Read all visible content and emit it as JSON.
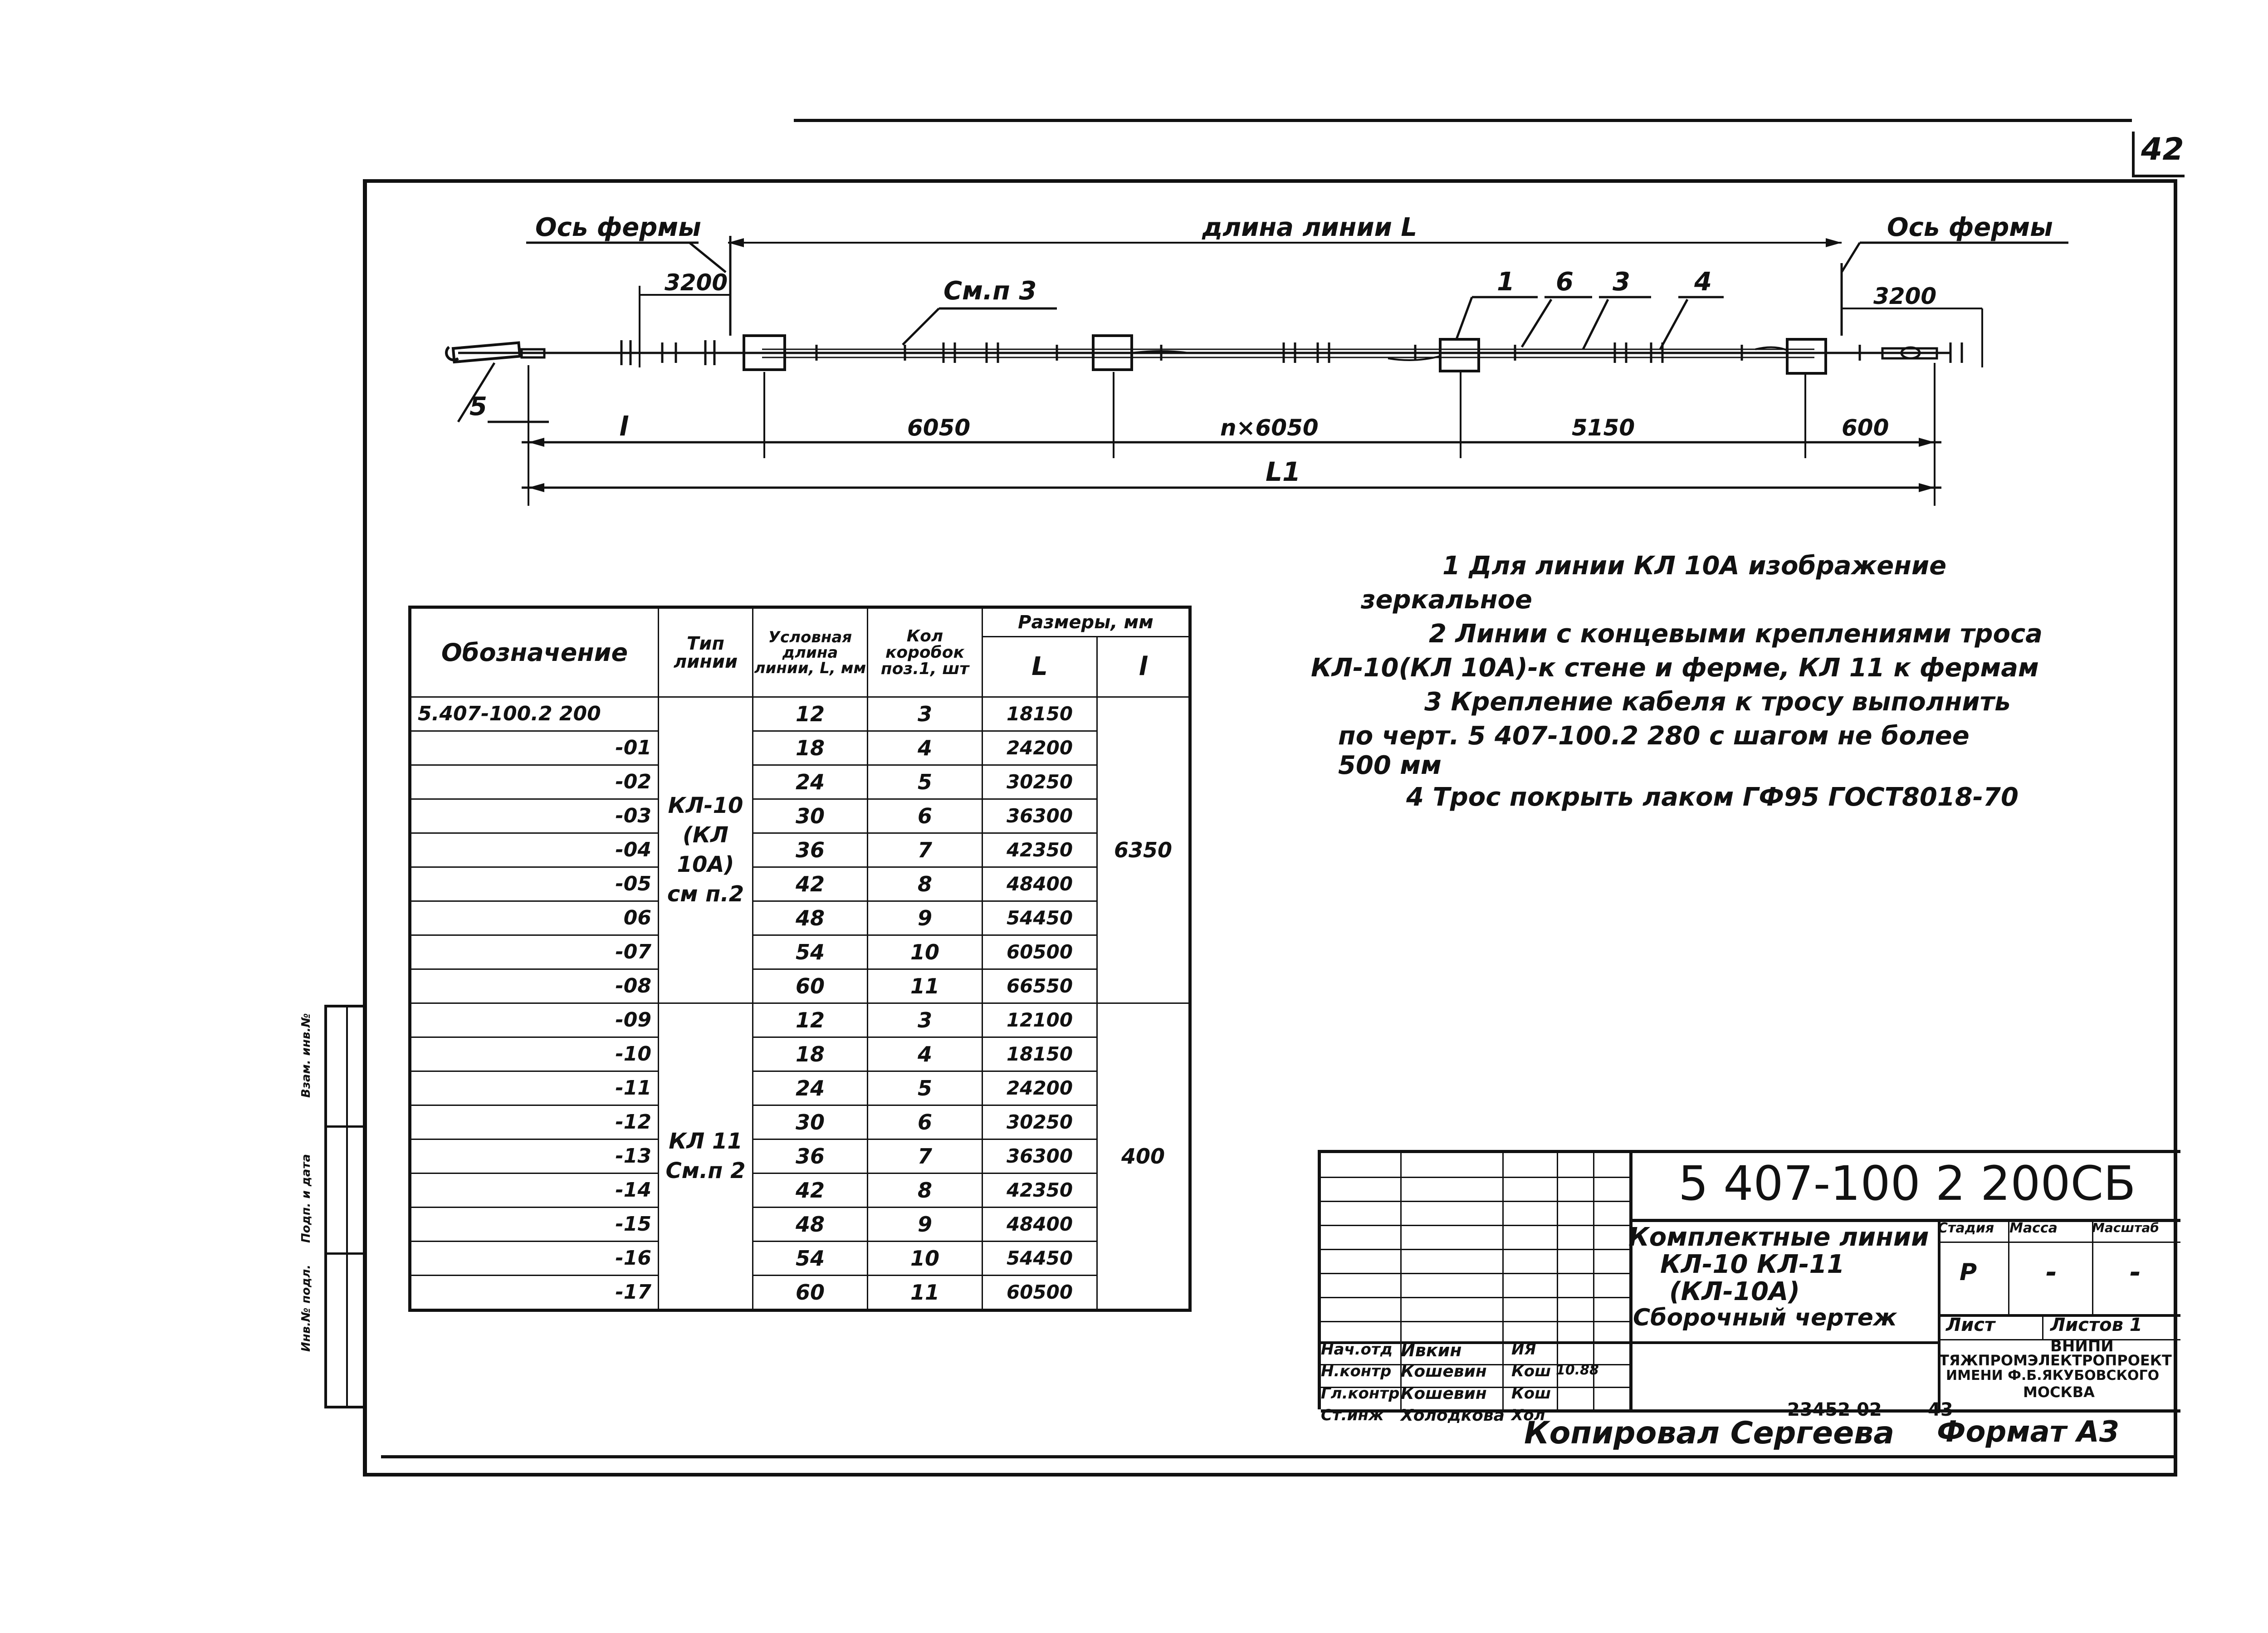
{
  "sheet": {
    "page_number": "42",
    "drawing_code": "5 407-100 2 200СБ",
    "format": "Формат А3",
    "copied_by": "Копировал Сергеева",
    "archive_no": "23452 02",
    "archive_page": "43"
  },
  "drawing": {
    "labels": {
      "truss_axis_left": "Ось фермы",
      "truss_axis_right": "Ось фермы",
      "line_length": "длина линии L",
      "see_note_3": "См.п 3",
      "callout_1": "1",
      "callout_6": "6",
      "callout_3": "3",
      "callout_4": "4",
      "callout_5": "5"
    },
    "dimensions": {
      "left_offset": "3200",
      "right_offset": "3200",
      "seg_l": "l",
      "seg_1": "6050",
      "seg_2": "n×6050",
      "seg_3": "5150",
      "seg_4": "600",
      "total": "L1"
    }
  },
  "notes": [
    "1 Для линии КЛ 10А изображение",
    "зеркальное",
    "2 Линии с концевыми креплениями троса",
    "КЛ-10(КЛ 10А)-к стене и ферме, КЛ 11 к фермам",
    "3 Крепление кабеля к тросу выполнить",
    "по черт. 5 407-100.2 280 с шагом не более",
    "500 мм",
    "4 Трос покрыть лаком ГФ95 ГОСТ8018-70"
  ],
  "table": {
    "headers": {
      "designation": "Обозначение",
      "type": "Тип линии",
      "length": "Условная длина линии, L, мм",
      "count": "Кол коробок поз.1, шт",
      "sizes": "Размеры, мм",
      "size_L": "L",
      "size_l": "l"
    },
    "group_a": {
      "type": "КЛ-10 (КЛ 10А) см п.2",
      "l": "6350",
      "rows": [
        {
          "des": "5.407-100.2 200",
          "len": "12",
          "cnt": "3",
          "L": "18150"
        },
        {
          "des": "-01",
          "len": "18",
          "cnt": "4",
          "L": "24200"
        },
        {
          "des": "-02",
          "len": "24",
          "cnt": "5",
          "L": "30250"
        },
        {
          "des": "-03",
          "len": "30",
          "cnt": "6",
          "L": "36300"
        },
        {
          "des": "-04",
          "len": "36",
          "cnt": "7",
          "L": "42350"
        },
        {
          "des": "-05",
          "len": "42",
          "cnt": "8",
          "L": "48400"
        },
        {
          "des": "06",
          "len": "48",
          "cnt": "9",
          "L": "54450"
        },
        {
          "des": "-07",
          "len": "54",
          "cnt": "10",
          "L": "60500"
        },
        {
          "des": "-08",
          "len": "60",
          "cnt": "11",
          "L": "66550"
        }
      ]
    },
    "group_b": {
      "type": "КЛ 11 См.п 2",
      "l": "400",
      "rows": [
        {
          "des": "-09",
          "len": "12",
          "cnt": "3",
          "L": "12100"
        },
        {
          "des": "-10",
          "len": "18",
          "cnt": "4",
          "L": "18150"
        },
        {
          "des": "-11",
          "len": "24",
          "cnt": "5",
          "L": "24200"
        },
        {
          "des": "-12",
          "len": "30",
          "cnt": "6",
          "L": "30250"
        },
        {
          "des": "-13",
          "len": "36",
          "cnt": "7",
          "L": "36300"
        },
        {
          "des": "-14",
          "len": "42",
          "cnt": "8",
          "L": "42350"
        },
        {
          "des": "-15",
          "len": "48",
          "cnt": "9",
          "L": "48400"
        },
        {
          "des": "-16",
          "len": "54",
          "cnt": "10",
          "L": "54450"
        },
        {
          "des": "-17",
          "len": "60",
          "cnt": "11",
          "L": "60500"
        }
      ]
    }
  },
  "title_block": {
    "title_line1": "Комплектные линии",
    "title_line2": "КЛ-10 КЛ-11",
    "title_line3": "(КЛ-10А)",
    "title_line4": "Сборочный чертеж",
    "stage_h": "Стадия",
    "mass_h": "Масса",
    "scale_h": "Масштаб",
    "stage": "Р",
    "mass": "-",
    "scale": "-",
    "sheet_h": "Лист",
    "sheets_h": "Листов 1",
    "org_line1": "ВНИПИ",
    "org_line2": "ТЯЖПРОМЭЛЕКТРОПРОЕКТ",
    "org_line3": "ИМЕНИ Ф.Б.ЯКУБОВСКОГО",
    "org_line4": "МОСКВА",
    "signers": [
      {
        "role": "Нач.отд",
        "name": "Ивкин",
        "sign": "ИЯ"
      },
      {
        "role": "Н.контр",
        "name": "Кошевин",
        "sign": "Кош",
        "date": "10.88"
      },
      {
        "role": "Гл.контр",
        "name": "Кошевин",
        "sign": "Кош"
      },
      {
        "role": "Ст.инж",
        "name": "Холодкова",
        "sign": "Хол"
      }
    ]
  },
  "side_stamp": {
    "label1": "Инв.№ подл.",
    "label2": "Подп. и дата",
    "label3": "Взам. инв.№"
  }
}
